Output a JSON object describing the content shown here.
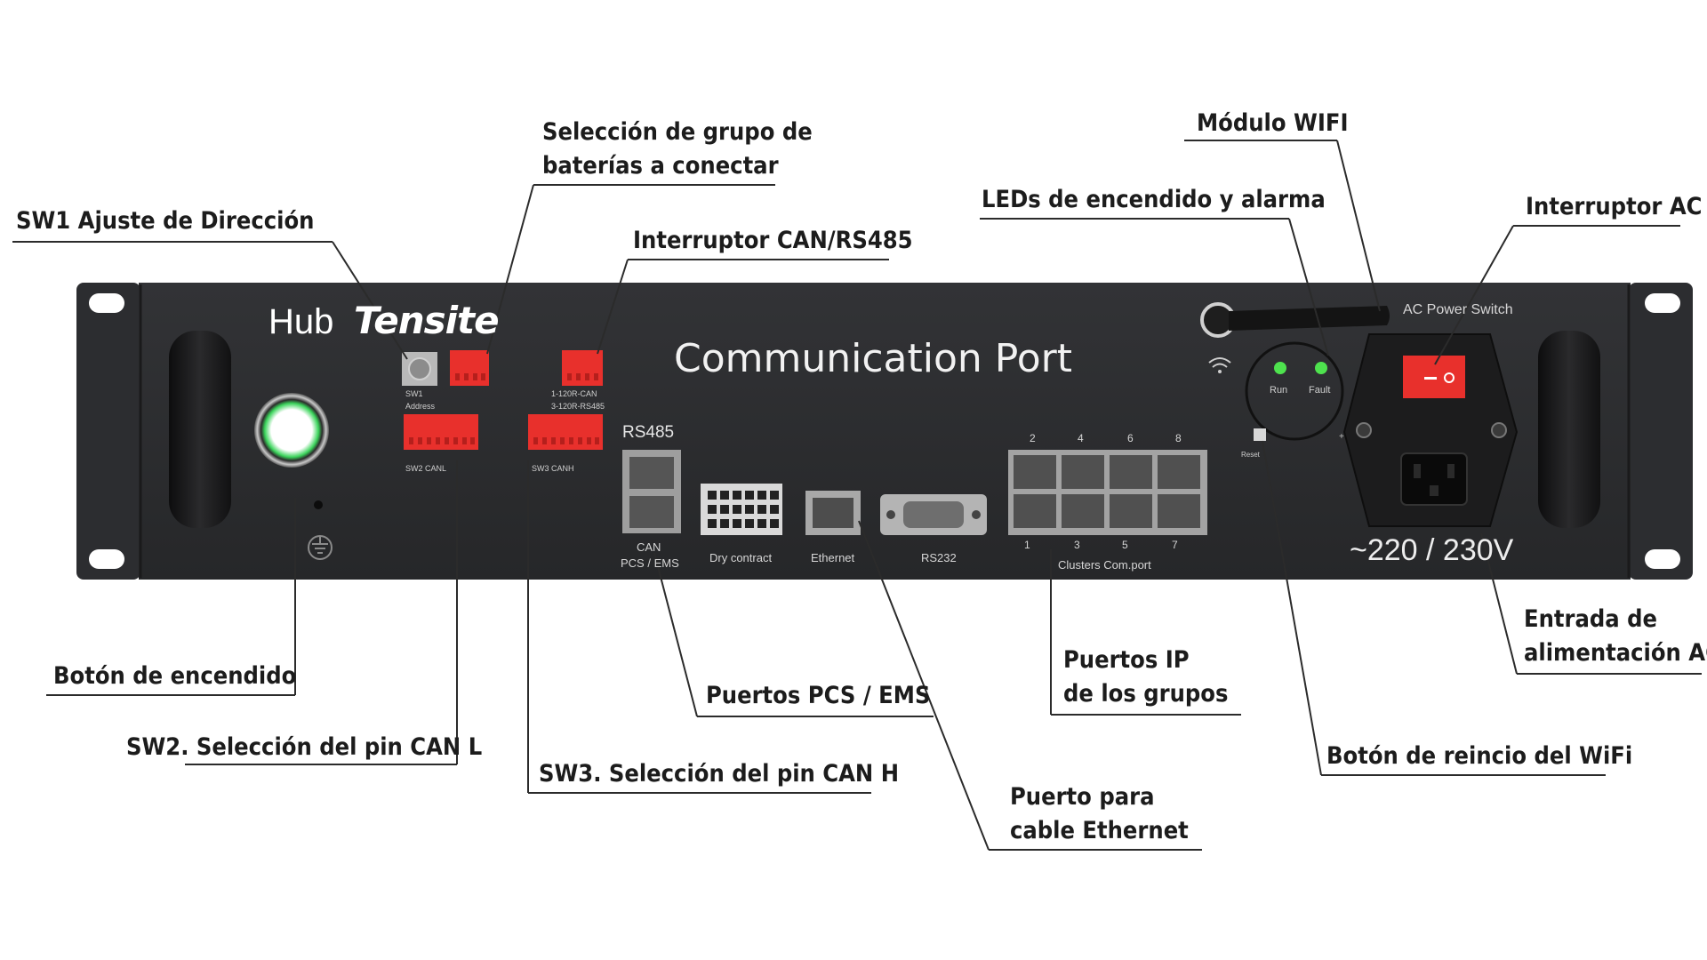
{
  "device": {
    "brand_prefix": "Hub",
    "brand_logo": "Tensite",
    "panel_title": "Communication Port",
    "ac_switch_label": "AC Power Switch",
    "voltage": "~220 / 230V",
    "sw1_label": "SW1",
    "sw1_sub": "Address",
    "sw2_label": "SW2 CANL",
    "sw3_label": "SW3 CANH",
    "can_switch_line1": "1-120R-CAN",
    "can_switch_line2": "3-120R-RS485",
    "rs485_label": "RS485",
    "can_label": "CAN",
    "pcs_ems_label": "PCS / EMS",
    "dry_contact_label": "Dry contract",
    "ethernet_label": "Ethernet",
    "rs232_label": "RS232",
    "clusters_label": "Clusters Com.port",
    "cluster_top_numbers": [
      "2",
      "4",
      "6",
      "8"
    ],
    "cluster_bottom_numbers": [
      "1",
      "3",
      "5",
      "7"
    ],
    "led_run": "Run",
    "led_fault": "Fault",
    "reset_label": "Reset",
    "colors": {
      "panel": "#2b2c2e",
      "switch_red": "#e8302c",
      "led_green": "#4ee24e",
      "power_ring": "#39d353"
    }
  },
  "callouts": {
    "sw1": "SW1 Ajuste de Dirección",
    "grupo_line1": "Selección de grupo de",
    "grupo_line2": "baterías a conectar",
    "can_rs485": "Interruptor CAN/RS485",
    "wifi": "Módulo WIFI",
    "leds": "LEDs de encendido y alarma",
    "ac_switch": "Interruptor AC",
    "power_button": "Botón de encendido",
    "sw2": "SW2. Selección del pin CAN L",
    "sw3": "SW3. Selección del  pin CAN H",
    "pcs_ems": "Puertos PCS / EMS",
    "ethernet_line1": "Puerto para",
    "ethernet_line2": "cable Ethernet",
    "ip_line1": "Puertos  IP",
    "ip_line2": "de los grupos",
    "wifi_reset": "Botón de reincio del WiFi",
    "ac_input_line1": "Entrada de",
    "ac_input_line2": "alimentación AC"
  }
}
